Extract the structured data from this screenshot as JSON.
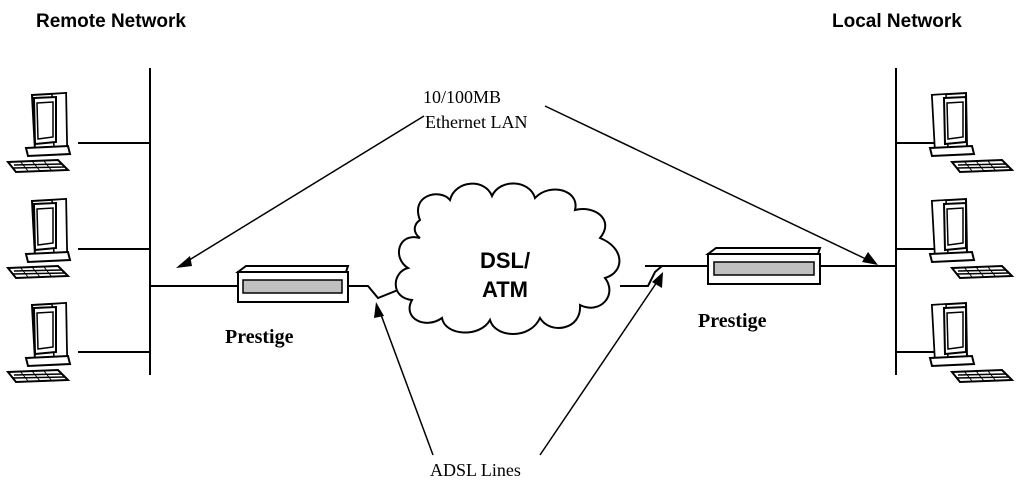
{
  "labels": {
    "remote_network": "Remote Network",
    "local_network": "Local Network",
    "lan_line1": "10/100MB",
    "lan_line2": "Ethernet LAN",
    "cloud_line1": "DSL/",
    "cloud_line2": "ATM",
    "prestige_left": "Prestige",
    "prestige_right": "Prestige",
    "adsl_lines": "ADSL Lines"
  },
  "colors": {
    "line": "#000000",
    "router_panel": "#c0c0c0",
    "background": "#ffffff"
  },
  "icons": {
    "workstation": "computer-icon",
    "router": "router-icon",
    "network_cloud": "cloud-icon"
  }
}
